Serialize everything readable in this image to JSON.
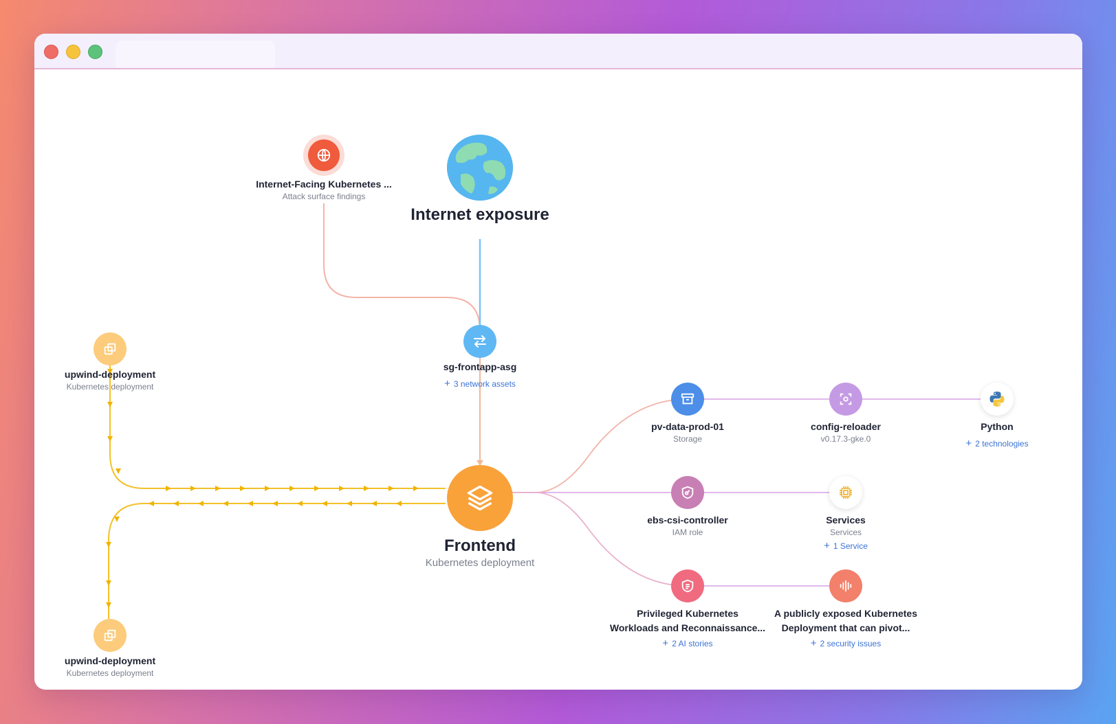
{
  "colors": {
    "accent": "#f9a23a",
    "link": "#3b73d6",
    "flow": "#f3c12a",
    "exposure": "#7cc3f5",
    "edge": "#f2b3a6",
    "edge_alt": "#d9a8e6"
  },
  "nodes": {
    "internet_facing": {
      "title": "Internet-Facing Kubernetes ...",
      "subtitle": "Attack surface findings",
      "icon": "globe-icon"
    },
    "internet_exposure": {
      "title": "Internet exposure",
      "icon": "earth-icon"
    },
    "sg": {
      "title": "sg-frontapp-asg",
      "link": "3 network assets",
      "icon": "swap-arrows-icon"
    },
    "upwind_top": {
      "title": "upwind-deployment",
      "subtitle": "Kubernetes deployment",
      "icon": "deployment-icon"
    },
    "upwind_bottom": {
      "title": "upwind-deployment",
      "subtitle": "Kubernetes deployment",
      "icon": "deployment-icon"
    },
    "frontend": {
      "title": "Frontend",
      "subtitle": "Kubernetes deployment",
      "icon": "layers-icon"
    },
    "pv": {
      "title": "pv-data-prod-01",
      "subtitle": "Storage",
      "icon": "archive-icon"
    },
    "config": {
      "title": "config-reloader",
      "subtitle": "v0.17.3-gke.0",
      "icon": "scan-icon"
    },
    "python": {
      "title": "Python",
      "link": "2 technologies",
      "icon": "python-icon"
    },
    "ebs": {
      "title": "ebs-csi-controller",
      "subtitle": "IAM role",
      "icon": "shield-key-icon"
    },
    "services": {
      "title": "Services",
      "subtitle": "Services",
      "link": "1 Service",
      "icon": "chip-icon"
    },
    "privileged": {
      "title1": "Privileged Kubernetes",
      "title2": "Workloads and Reconnaissance...",
      "link": "2 AI stories",
      "icon": "shield-list-icon"
    },
    "public": {
      "title1": "A publicly exposed Kubernetes",
      "title2": "Deployment that can pivot...",
      "link": "2 security issues",
      "icon": "soundwave-icon"
    }
  }
}
